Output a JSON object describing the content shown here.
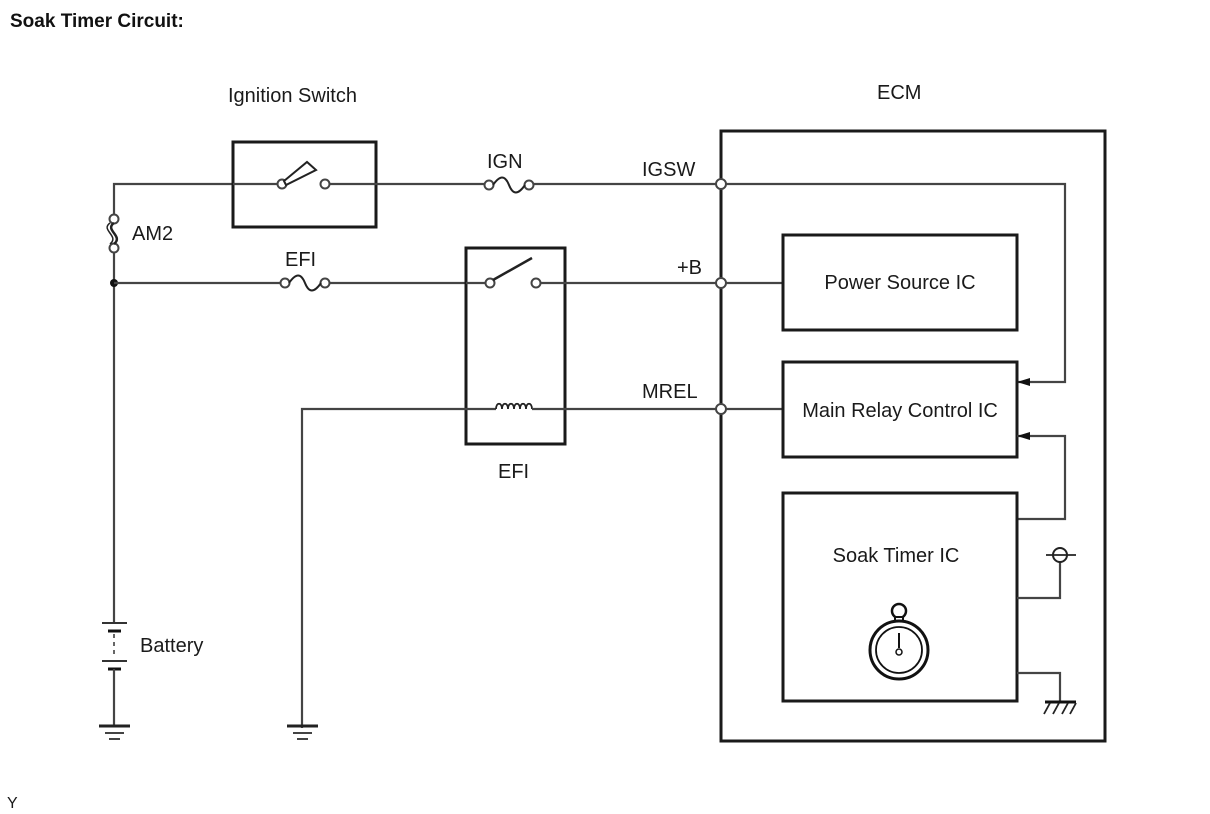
{
  "title": "Soak Timer Circuit:",
  "components": {
    "ignition_switch": "Ignition Switch",
    "am2_fuse": "AM2",
    "efi_fuse": "EFI",
    "ign_fuse": "IGN",
    "efi_relay": "EFI",
    "battery": "Battery",
    "ecm": "ECM"
  },
  "ecm_terminals": {
    "igsw": "IGSW",
    "b_plus": "+B",
    "mrel": "MREL"
  },
  "ecm_blocks": {
    "power_source_ic": "Power Source IC",
    "main_relay_control_ic": "Main Relay Control IC",
    "soak_timer_ic": "Soak Timer IC"
  },
  "footer_mark": "Y"
}
